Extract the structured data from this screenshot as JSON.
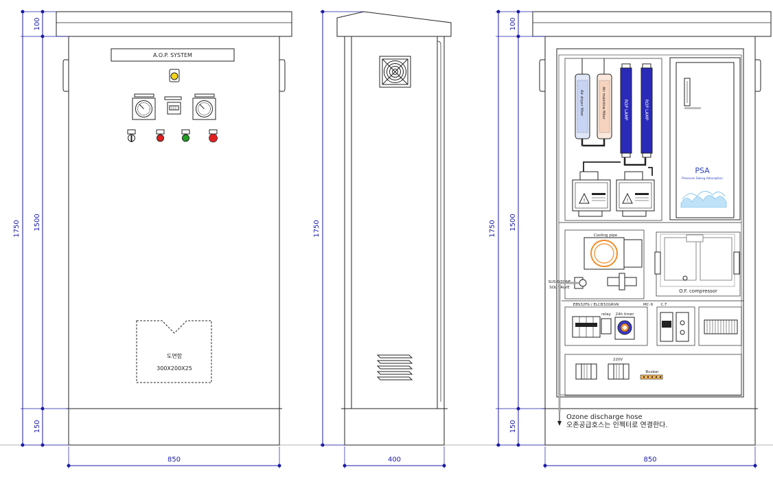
{
  "front_view": {
    "panel_label": "A.O.P. SYSTEM",
    "vent_label": "도면함",
    "vent_size": "300X200X25"
  },
  "rear_view": {
    "filter_left": "Air dryer filter",
    "filter_right": "Air mainline filter",
    "lamp_1": "ROP LAMP",
    "lamp_2": "ROP LAMP",
    "psa_title": "PSA",
    "psa_subtitle": "Pressure Swing Adsorption",
    "cooling_pipe": "Cooling pipe",
    "solvalve_line1": "SUS OZONE",
    "solvalve_line2": "SOL VALVE",
    "compressor": "O.F. compressor",
    "breakers": "EBS32Fb / ELCB32GRhN",
    "mc": "MC-9",
    "ct": "C.T",
    "relay": "relay",
    "timer": "24h timer",
    "voltage": "220V",
    "busbar": "Busbar",
    "hose_en": "Ozone discharge hose",
    "hose_ko": "오존공급호스는 인젝터로 연결한다."
  },
  "dimensions": {
    "height_total": "1750",
    "height_top": "100",
    "height_body": "1500",
    "height_base": "150",
    "width_front": "850",
    "width_side": "400",
    "width_rear": "850"
  },
  "colors": {
    "dimension_line": "#1a1aa8",
    "lamp_blue": "#2a2ab8",
    "pilot_yellow": "#f2d21a",
    "pilot_red": "#e02020",
    "pilot_green": "#20a020",
    "psa_text": "#2a3fb8"
  }
}
